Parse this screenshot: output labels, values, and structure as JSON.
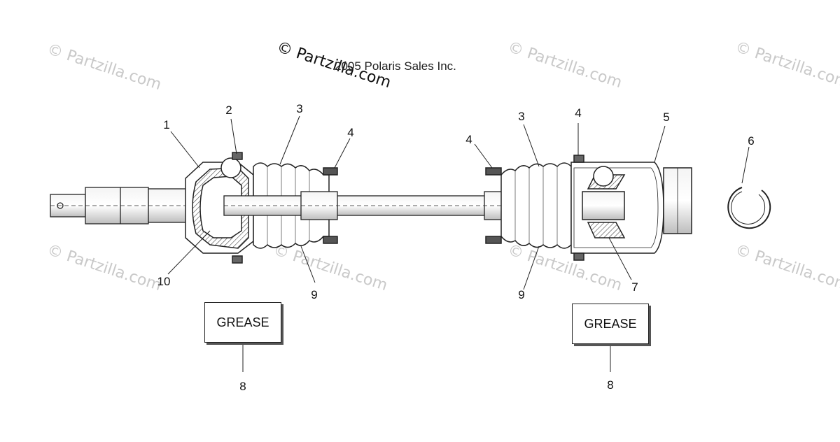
{
  "copyright": "2005 Polaris Sales Inc.",
  "watermark_center": "© Partzilla.com",
  "watermarks": [
    "© Partzilla.com",
    "© Partzilla.com",
    "© Partzilla.com",
    "© Partzilla.com",
    "© Partzilla.com",
    "© Partzilla.com",
    "© Partzilla.com"
  ],
  "callouts": [
    "1",
    "2",
    "3",
    "4",
    "4",
    "3",
    "4",
    "5",
    "6",
    "10",
    "9",
    "9",
    "7",
    "8",
    "8"
  ],
  "grease_labels": [
    "GREASE",
    "GREASE"
  ]
}
